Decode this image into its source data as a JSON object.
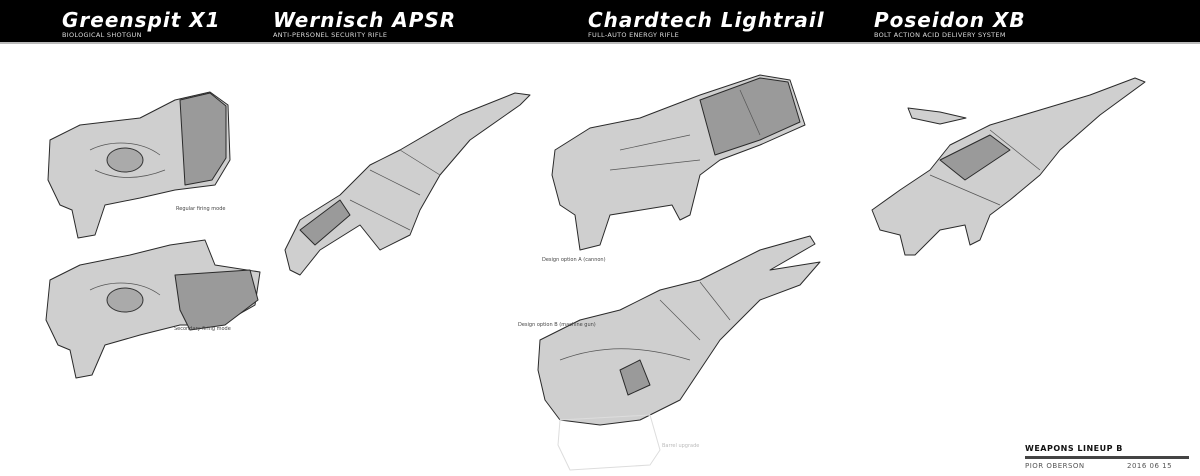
{
  "weapons": [
    {
      "name": "Greenspit X1",
      "type": "BIOLOGICAL SHOTGUN"
    },
    {
      "name": "Wernisch APSR",
      "type": "ANTI-PERSONEL SECURITY RIFLE"
    },
    {
      "name": "Chardtech Lightrail",
      "type": "FULL-AUTO ENERGY RIFLE"
    },
    {
      "name": "Poseidon XB",
      "type": "BOLT ACTION ACID DELIVERY SYSTEM"
    }
  ],
  "notes": {
    "regular_mode": "Regular firing mode",
    "secondary_mode": "Secondary firing mode",
    "option_a": "Design option A (cannon)",
    "option_b": "Design option B (machine gun)",
    "barrel_upgrade": "Barrel upgrade"
  },
  "footer": {
    "title": "WEAPONS LINEUP B",
    "author": "PIOR OBERSON",
    "date": "2016 06 15"
  }
}
